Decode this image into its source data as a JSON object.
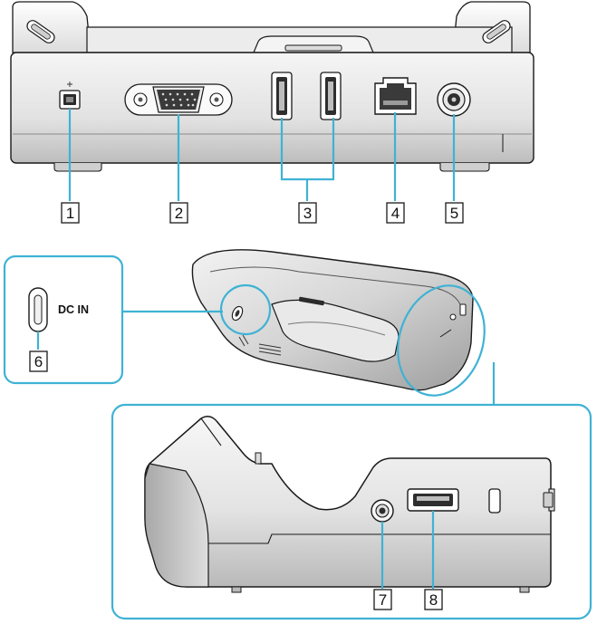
{
  "callouts": [
    {
      "id": "1",
      "label": "1"
    },
    {
      "id": "2",
      "label": "2"
    },
    {
      "id": "3",
      "label": "3"
    },
    {
      "id": "4",
      "label": "4"
    },
    {
      "id": "5",
      "label": "5"
    },
    {
      "id": "6",
      "label": "6"
    },
    {
      "id": "7",
      "label": "7"
    },
    {
      "id": "8",
      "label": "8"
    }
  ],
  "dc_in_label": "DC IN",
  "colors": {
    "highlight": "#3fb2d4",
    "outline": "#1a1a1a",
    "body_light": "#f3f3f3",
    "body_mid": "#d9d9d9",
    "body_dark": "#a8a8a8"
  }
}
